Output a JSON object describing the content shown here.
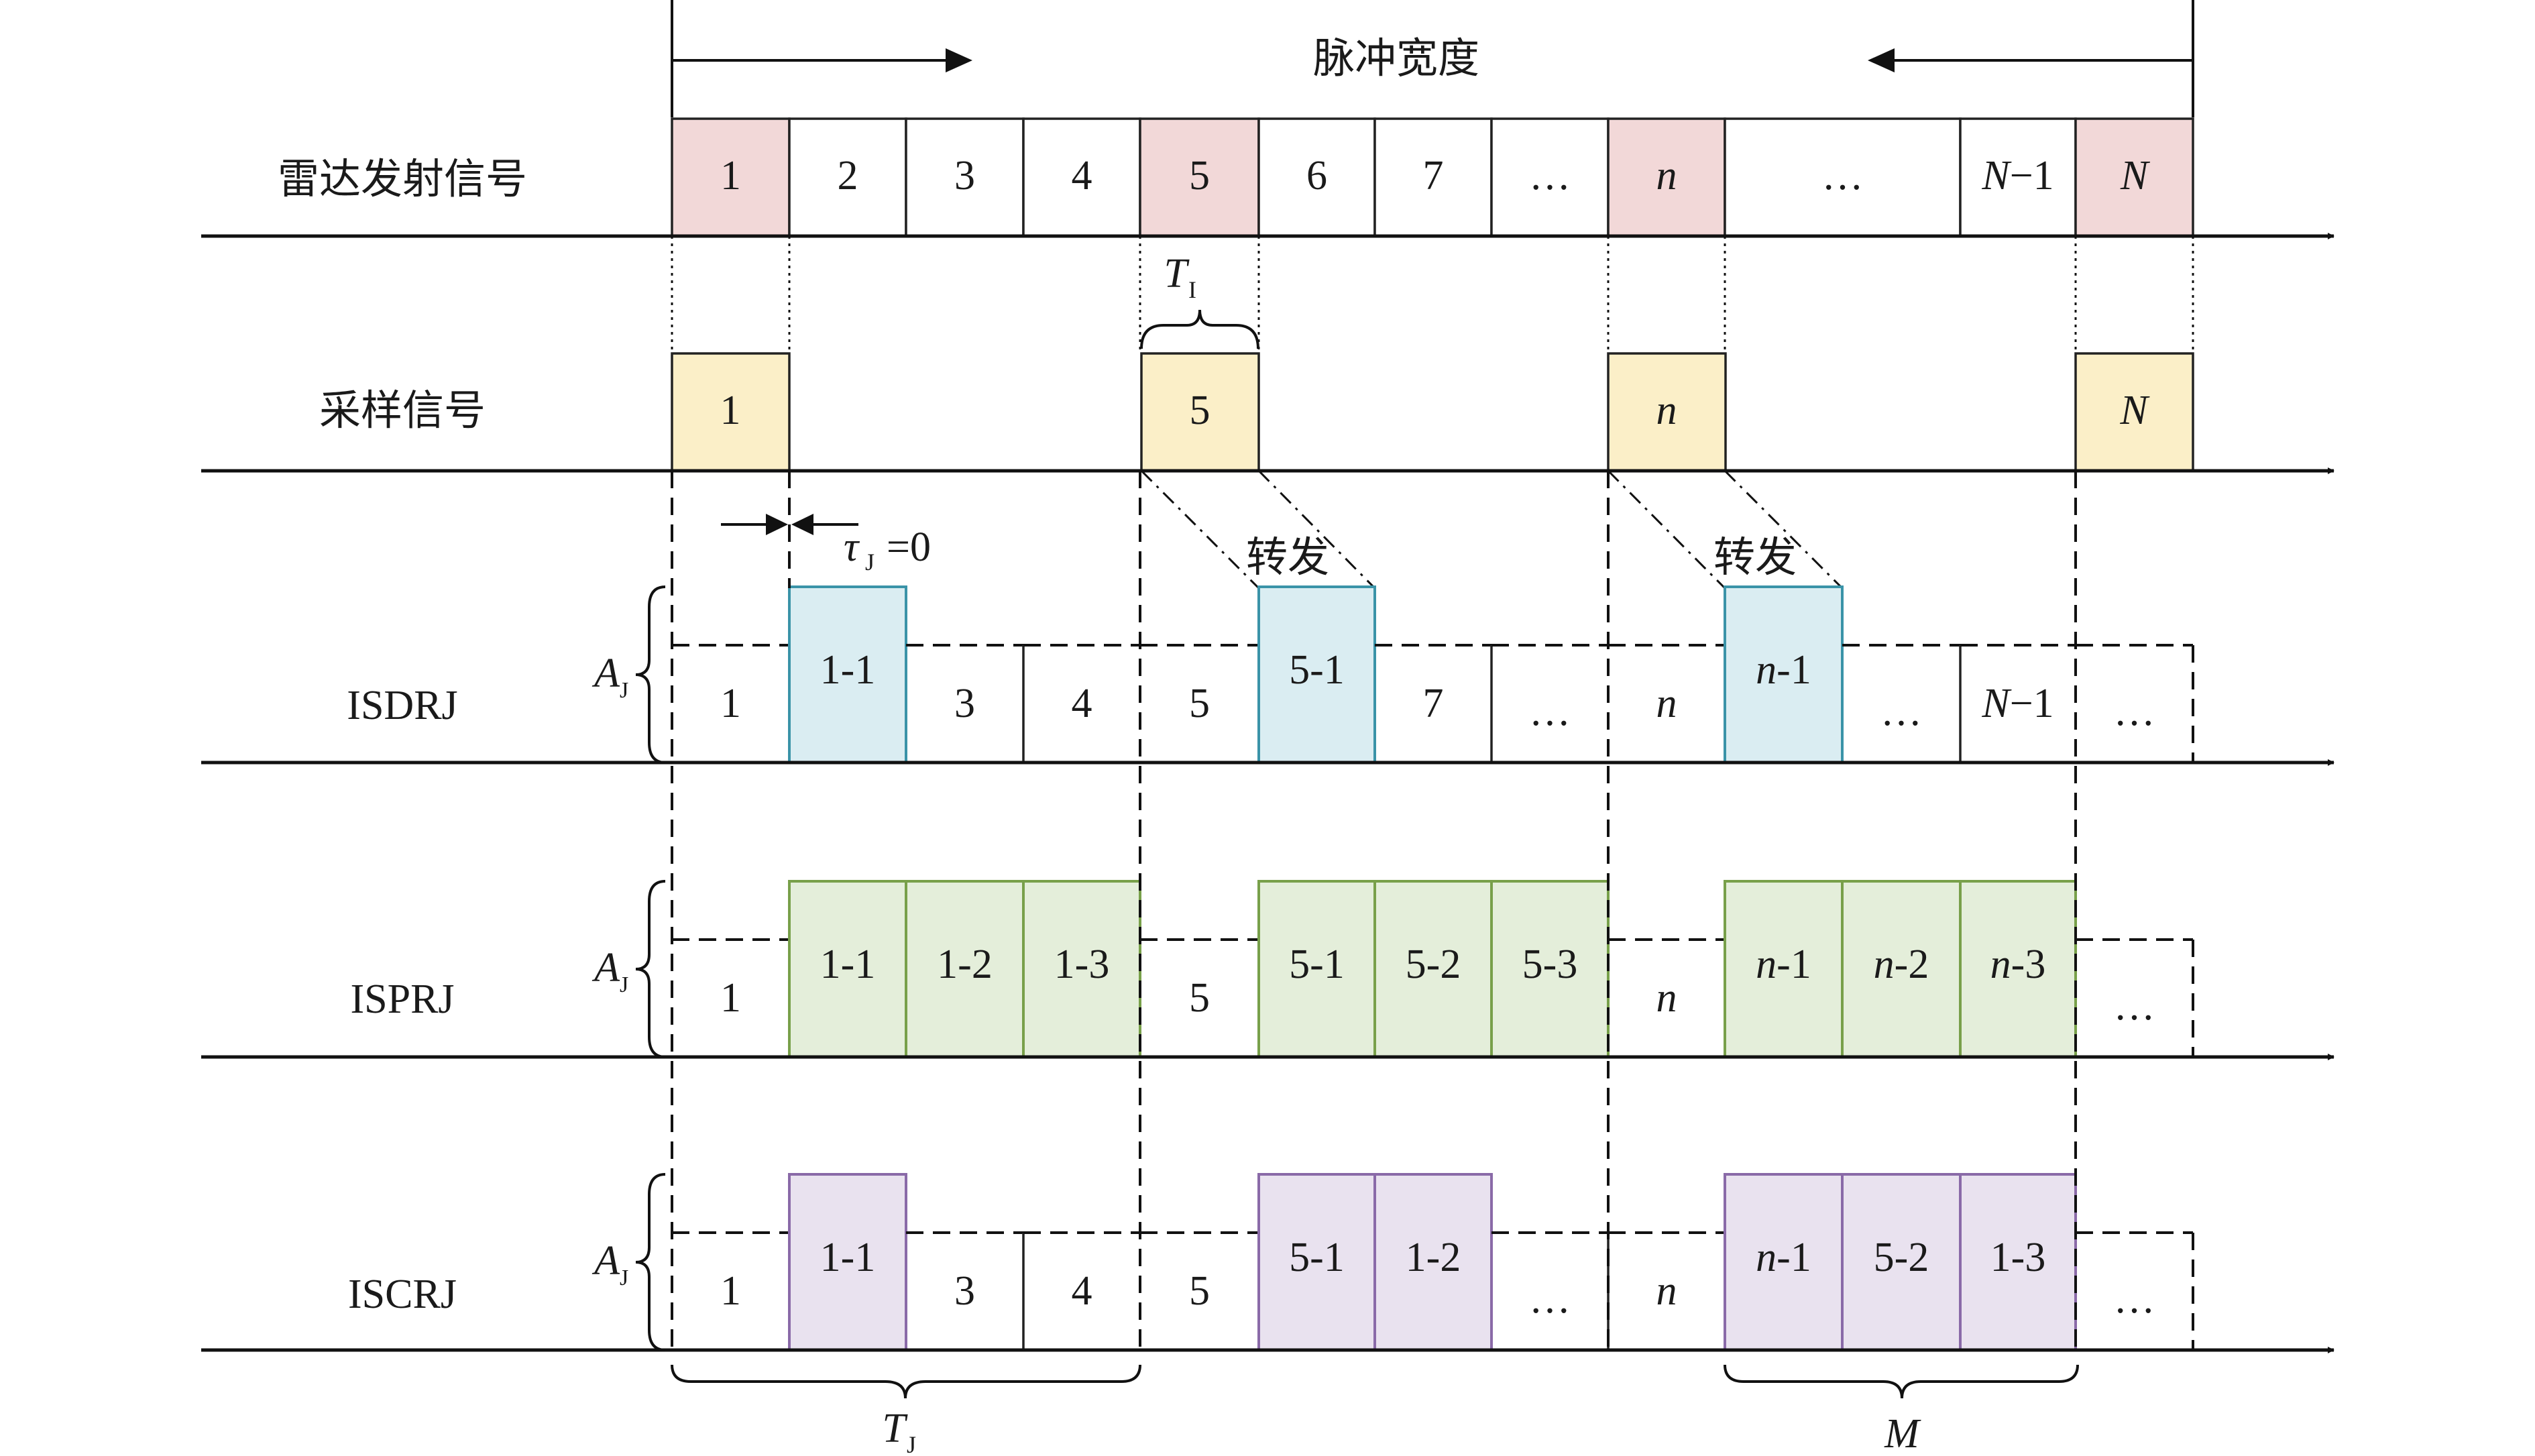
{
  "title": "",
  "pulse_width_label": "脉冲宽度",
  "rows": {
    "radar": {
      "label": "雷达发射信号",
      "cells": [
        "1",
        "2",
        "3",
        "4",
        "5",
        "6",
        "7",
        "…",
        "n",
        "…",
        "N−1",
        "N"
      ],
      "highlight": [
        0,
        4,
        8,
        11
      ],
      "highlight_color": "#f2d8d8"
    },
    "sampling": {
      "label": "采样信号",
      "cells": [
        "1",
        "5",
        "n",
        "N"
      ],
      "color": "#fbefc8"
    },
    "isdrj": {
      "label": "ISDRJ",
      "amp": "A",
      "amp_sub": "J",
      "base": [
        "1",
        "3",
        "4",
        "5",
        "7",
        "…",
        "n",
        "…",
        "N−1",
        "…"
      ],
      "forwarded": [
        "1-1",
        "5-1",
        "n-1"
      ],
      "color": "#daedf2",
      "border": "#3a93a8"
    },
    "isprj": {
      "label": "ISPRJ",
      "amp": "A",
      "amp_sub": "J",
      "base": [
        "1",
        "5",
        "n",
        "…"
      ],
      "forwarded": [
        "1-1",
        "1-2",
        "1-3",
        "5-1",
        "5-2",
        "5-3",
        "n-1",
        "n-2",
        "n-3"
      ],
      "color": "#e4eeda",
      "border": "#78a04a"
    },
    "iscrj": {
      "label": "ISCRJ",
      "amp": "A",
      "amp_sub": "J",
      "base": [
        "1",
        "3",
        "4",
        "5",
        "…",
        "n",
        "…"
      ],
      "forwarded": [
        "1-1",
        "5-1",
        "1-2",
        "n-1",
        "5-2",
        "1-3"
      ],
      "color": "#e9e2ef",
      "border": "#8a6aa8"
    }
  },
  "annotations": {
    "ti": "T",
    "ti_sub": "I",
    "tau": "τ",
    "tau_sub": "J",
    "tau_value": "=0",
    "forward_1": "转发",
    "forward_2": "转发",
    "tj": "T",
    "tj_sub": "J",
    "m": "M"
  }
}
